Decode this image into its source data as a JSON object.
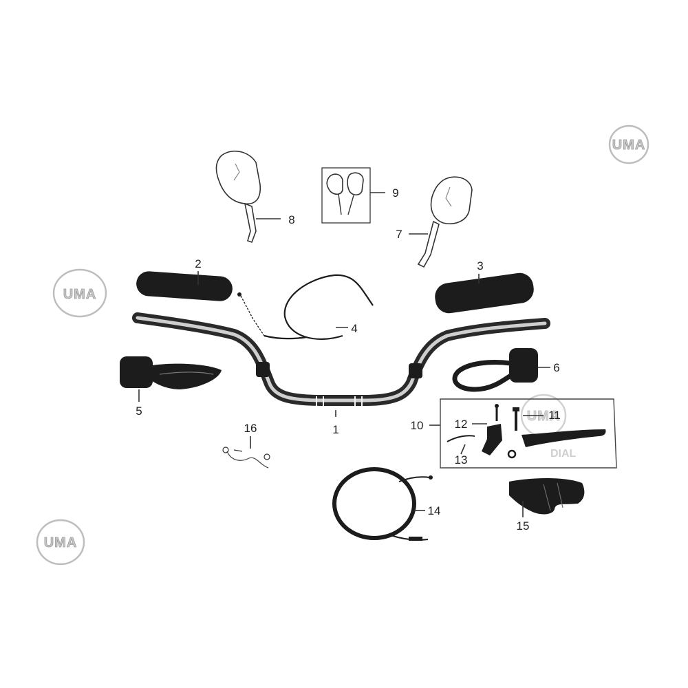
{
  "watermark": {
    "text": "UMA"
  },
  "callouts": {
    "c1": "1",
    "c2": "2",
    "c3": "3",
    "c4": "4",
    "c5": "5",
    "c6": "6",
    "c7": "7",
    "c8": "8",
    "c9": "9",
    "c10": "10",
    "c11": "11",
    "c12": "12",
    "c13": "13",
    "c14": "14",
    "c15": "15",
    "c16": "16"
  },
  "colors": {
    "ink": "#1c1c1c",
    "watermark": "#bdbdbd",
    "chrome": "#8a8a8a"
  }
}
